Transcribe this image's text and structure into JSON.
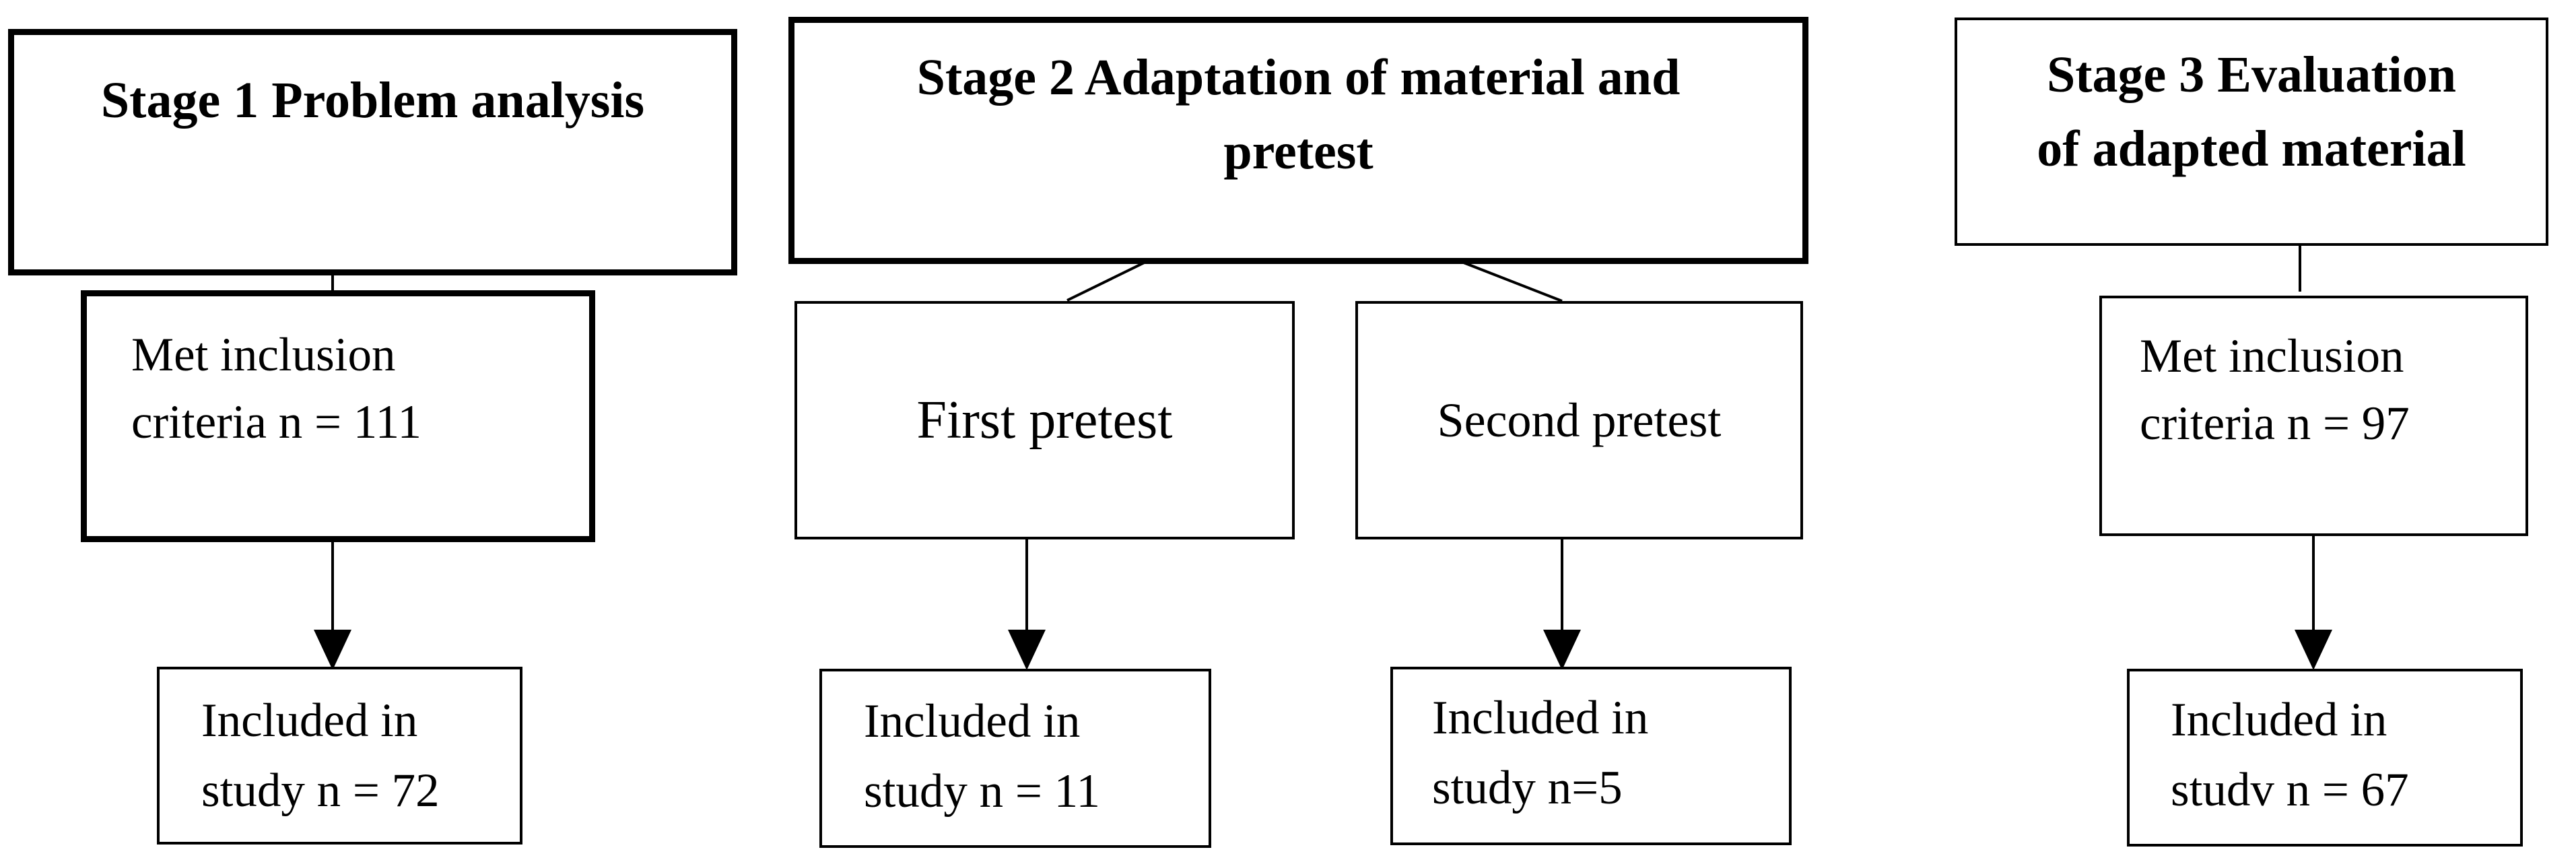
{
  "stage1": {
    "title": "Stage 1 Problem analysis",
    "met_line1": "Met inclusion",
    "met_line2": "criteria n = 111",
    "incl_line1": "Included in",
    "incl_line2": "study n = 72"
  },
  "stage2": {
    "title_line1": "Stage 2 Adaptation of material and",
    "title_line2": "pretest",
    "first_pretest": "First pretest",
    "second_pretest": "Second pretest",
    "first_incl_line1": "Included in",
    "first_incl_line2": "study n = 11",
    "second_incl_line1": "Included in",
    "second_incl_line2": "study n=5"
  },
  "stage3": {
    "title_line1": "Stage 3 Evaluation",
    "title_line2": "of adapted material",
    "met_line1": "Met inclusion",
    "met_line2": "criteria n = 97",
    "incl_line1": "Included in",
    "incl_line2": "studv n = 67"
  }
}
